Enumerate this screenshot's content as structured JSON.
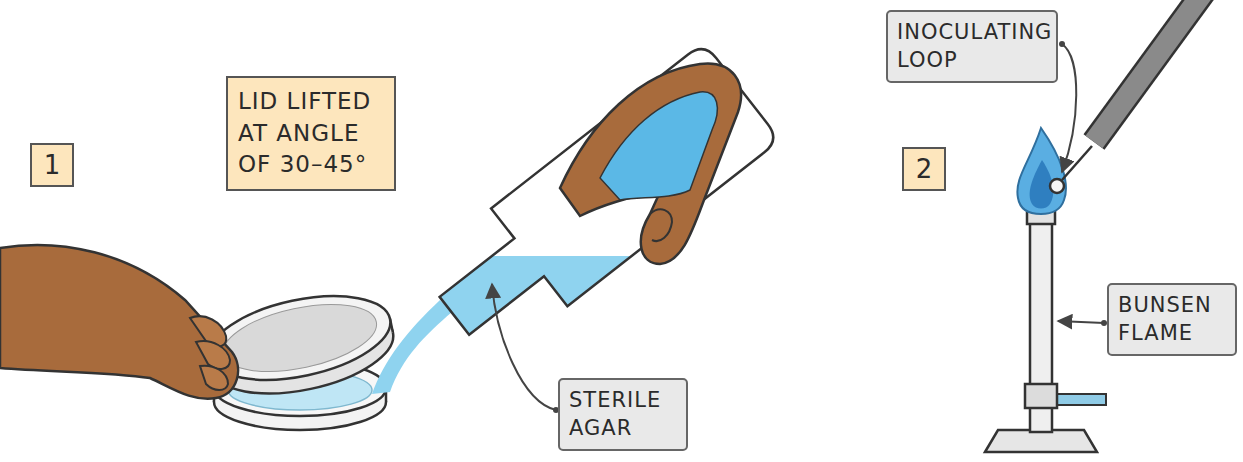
{
  "diagram": {
    "nodes": [
      {
        "text": [
          "1"
        ]
      },
      {
        "text": [
          "LID LIFTED AT ANGLE OF 30–45°"
        ]
      },
      {
        "text": [
          "INOCULATING LOOP"
        ]
      },
      {
        "text": [
          "2"
        ]
      },
      {
        "text": [
          "STERILE AGAR"
        ]
      },
      {
        "text": [
          "BUNSEN FLAME"
        ]
      }
    ]
  }
}
